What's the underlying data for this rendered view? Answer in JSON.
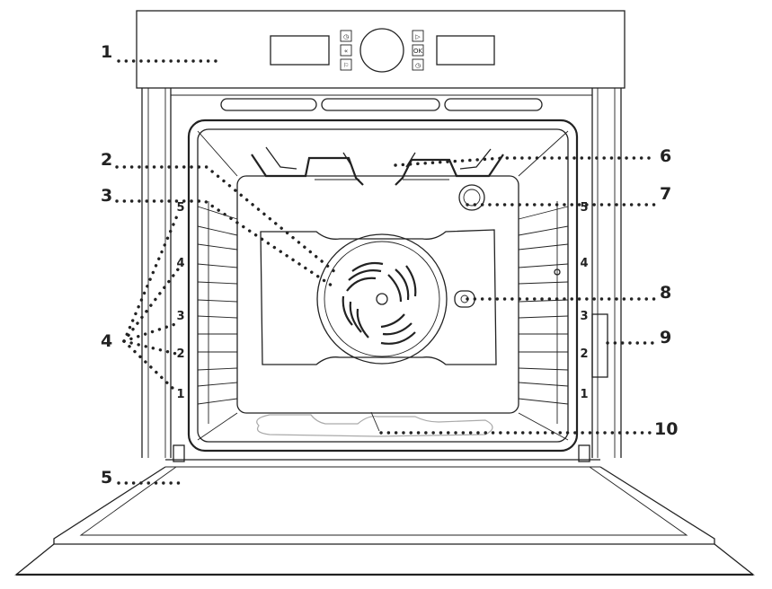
{
  "figure": {
    "callouts": [
      {
        "id": "1",
        "label": "1"
      },
      {
        "id": "2",
        "label": "2"
      },
      {
        "id": "3",
        "label": "3"
      },
      {
        "id": "4",
        "label": "4"
      },
      {
        "id": "5",
        "label": "5"
      },
      {
        "id": "6",
        "label": "6"
      },
      {
        "id": "7",
        "label": "7"
      },
      {
        "id": "8",
        "label": "8"
      },
      {
        "id": "9",
        "label": "9"
      },
      {
        "id": "10",
        "label": "10"
      }
    ],
    "shelf_levels_left": [
      "5",
      "4",
      "3",
      "2",
      "1"
    ],
    "shelf_levels_right": [
      "5",
      "4",
      "3",
      "2",
      "1"
    ],
    "control_panel": {
      "left_column_glyphs": [
        "◷",
        "«",
        "⚐"
      ],
      "right_column_glyphs": [
        "▷",
        "OK",
        "◷"
      ]
    }
  }
}
